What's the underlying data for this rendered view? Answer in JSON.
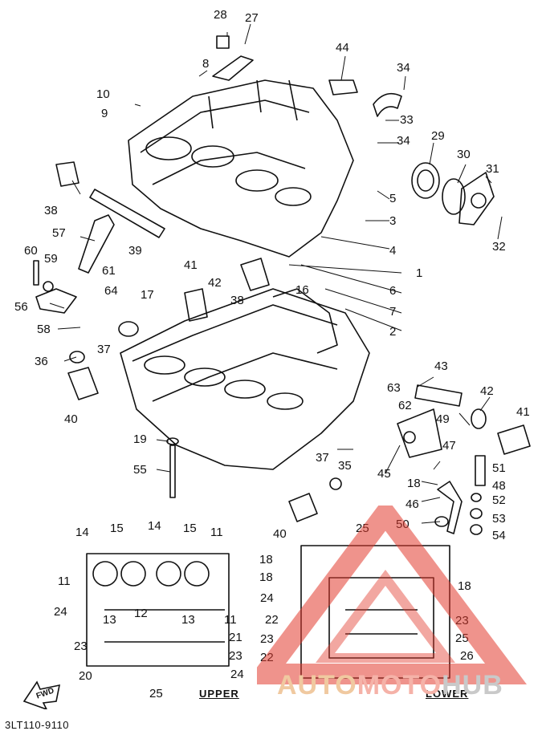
{
  "diagram": {
    "part_code": "3LT110-9110",
    "section_labels": {
      "upper": "UPPER",
      "lower": "LOWER"
    },
    "direction_badge": "FWD",
    "watermark": {
      "part1": "AUTO",
      "part2": "MOTO",
      "part3": "HUB"
    },
    "callouts": [
      "28",
      "27",
      "44",
      "34",
      "8",
      "10",
      "9",
      "33",
      "34",
      "29",
      "30",
      "31",
      "38",
      "39",
      "5",
      "3",
      "32",
      "57",
      "4",
      "60",
      "59",
      "61",
      "1",
      "41",
      "42",
      "38",
      "6",
      "16",
      "56",
      "64",
      "17",
      "7",
      "2",
      "58",
      "36",
      "37",
      "43",
      "40",
      "63",
      "42",
      "62",
      "49",
      "41",
      "19",
      "45",
      "47",
      "51",
      "55",
      "18",
      "37",
      "35",
      "48",
      "52",
      "46",
      "53",
      "50",
      "54",
      "40",
      "14",
      "15",
      "14",
      "15",
      "11",
      "25",
      "11",
      "18",
      "18",
      "18",
      "24",
      "13",
      "12",
      "13",
      "11",
      "24",
      "22",
      "23",
      "23",
      "21",
      "25",
      "23",
      "23",
      "26",
      "22",
      "20",
      "24",
      "25"
    ]
  }
}
